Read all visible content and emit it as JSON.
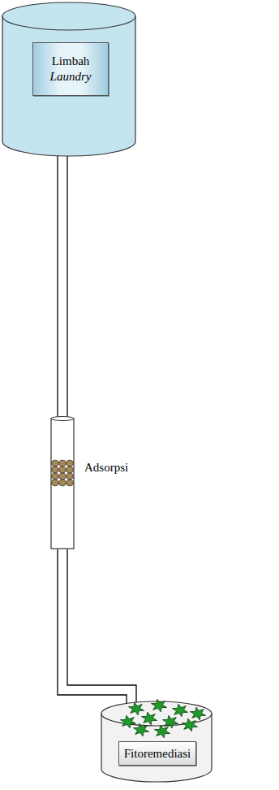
{
  "diagram": {
    "nodes": [
      {
        "text": [
          "Limbah Laundry"
        ]
      },
      {
        "text": [
          "Adsorpsi"
        ]
      },
      {
        "text": [
          "Fitoremediasi"
        ]
      }
    ],
    "edges": [
      {
        "from": 0,
        "to": 1,
        "arrow": "none"
      },
      {
        "from": 1,
        "to": 2,
        "arrow": "none"
      }
    ]
  }
}
